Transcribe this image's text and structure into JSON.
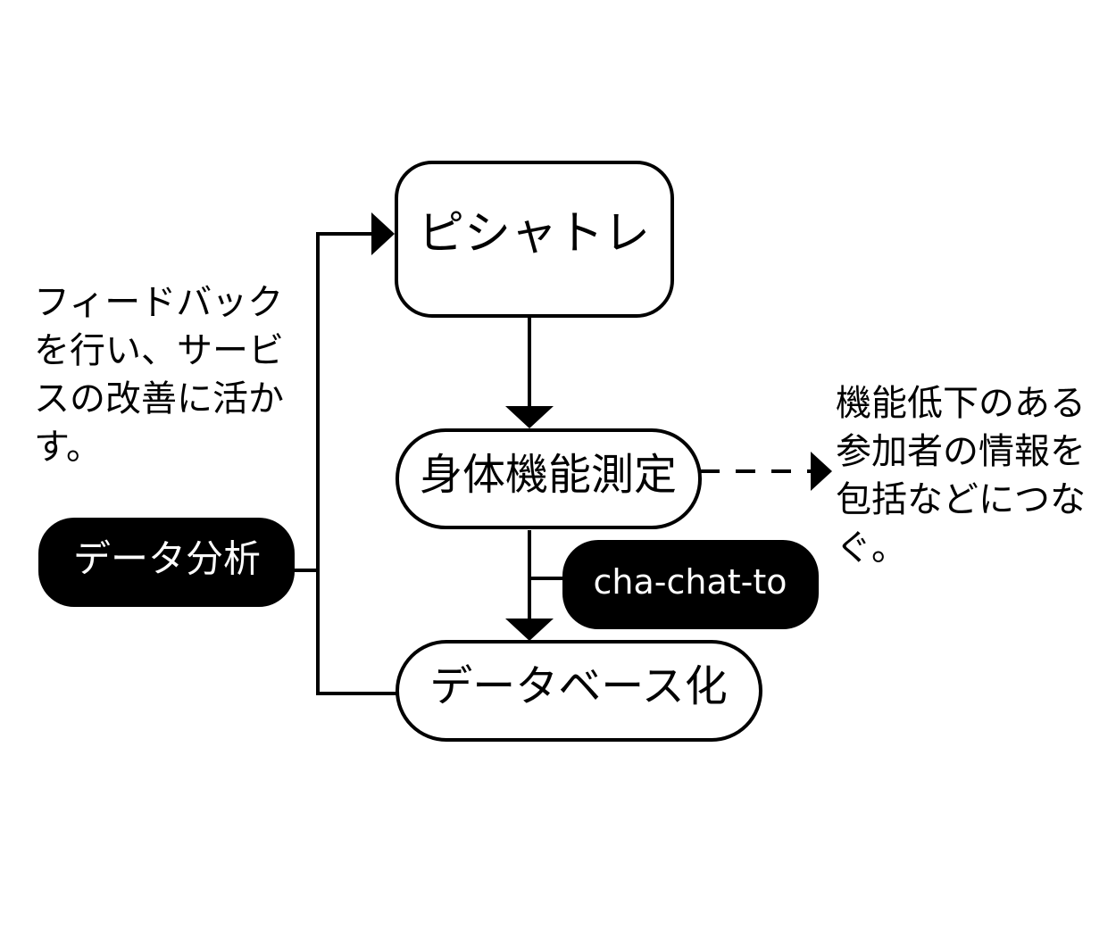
{
  "nodes": {
    "pishatore": "ピシャトレ",
    "measurement": "身体機能測定",
    "database": "データベース化"
  },
  "tags": {
    "data_analysis": "データ分析",
    "cha_chat_to": "cha-chat-to"
  },
  "notes": {
    "feedback": "フィードバック\nを行い、サービ\nスの改善に活か\nす。",
    "referral": "機能低下のある\n参加者の情報を\n包括などにつな\nぐ。"
  }
}
